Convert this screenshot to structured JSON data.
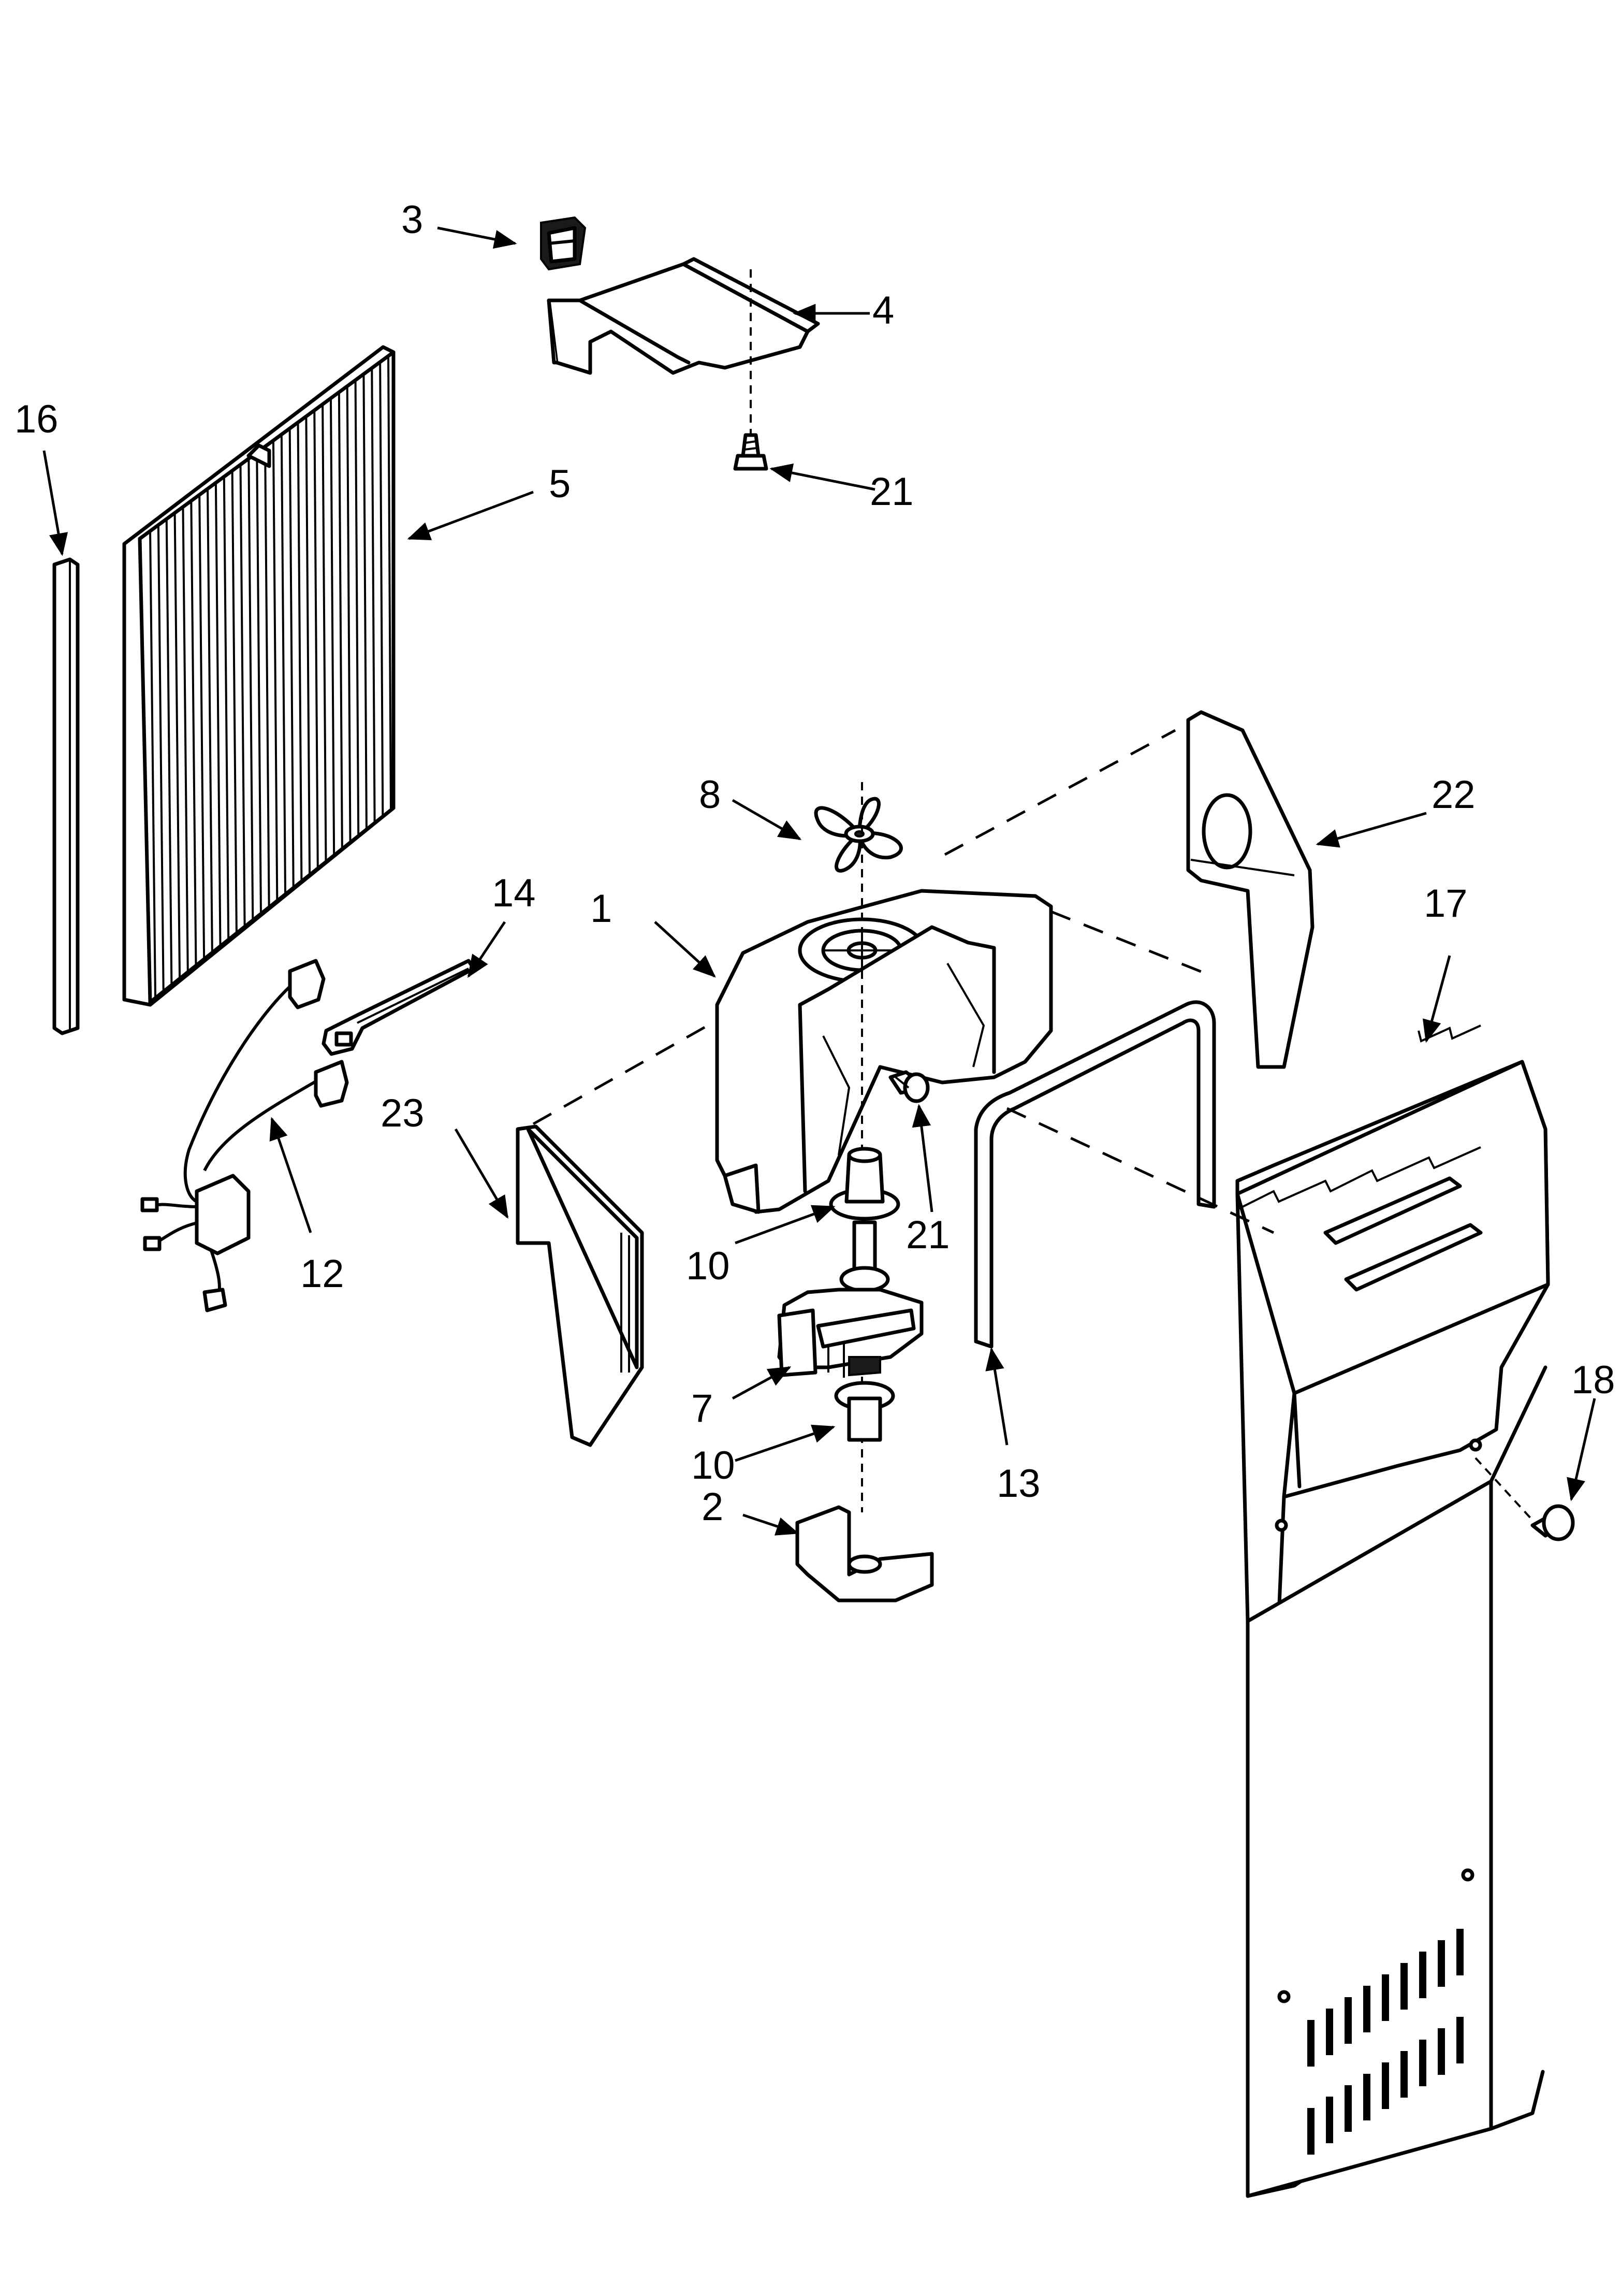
{
  "diagram": {
    "callouts": [
      {
        "id": "c1",
        "text": "1"
      },
      {
        "id": "c2",
        "text": "2"
      },
      {
        "id": "c3",
        "text": "3"
      },
      {
        "id": "c4",
        "text": "4"
      },
      {
        "id": "c5",
        "text": "5"
      },
      {
        "id": "c7",
        "text": "7"
      },
      {
        "id": "c8",
        "text": "8"
      },
      {
        "id": "c10a",
        "text": "10"
      },
      {
        "id": "c10b",
        "text": "10"
      },
      {
        "id": "c12",
        "text": "12"
      },
      {
        "id": "c13",
        "text": "13"
      },
      {
        "id": "c14",
        "text": "14"
      },
      {
        "id": "c16",
        "text": "16"
      },
      {
        "id": "c17",
        "text": "17"
      },
      {
        "id": "c18",
        "text": "18"
      },
      {
        "id": "c21a",
        "text": "21"
      },
      {
        "id": "c21b",
        "text": "21"
      },
      {
        "id": "c22",
        "text": "22"
      },
      {
        "id": "c23",
        "text": "23"
      }
    ]
  },
  "colors": {
    "line": "#000000",
    "background": "#ffffff"
  }
}
